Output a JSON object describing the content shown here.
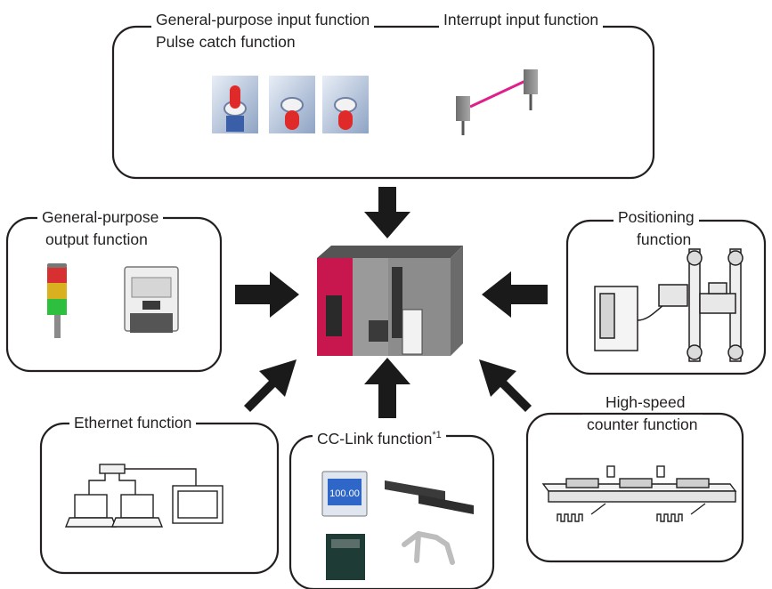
{
  "top_box": {
    "label_general_input": "General-purpose input function",
    "label_pulse_catch": "Pulse catch function",
    "label_interrupt": "Interrupt input function"
  },
  "output_box": {
    "line1": "General-purpose",
    "line2": "output function"
  },
  "positioning_box": {
    "line1": "Positioning",
    "line2": "function"
  },
  "ethernet_box": {
    "label": "Ethernet function"
  },
  "cclink_box": {
    "label": "CC-Link function",
    "footnote_mark": "*1"
  },
  "highspeed_box": {
    "line1": "High-speed",
    "line2": "counter function"
  },
  "counter_display": {
    "value": "100.00"
  },
  "colors": {
    "plc_magenta": "#c8174f",
    "plc_gray": "#8c8c8c",
    "arrow": "#1a1a1a",
    "stack_red": "#d83030",
    "stack_amber": "#d8b020",
    "stack_green": "#2fbf3f",
    "sensor_beam": "#e0208a"
  },
  "icons": {
    "toggle_switch": "toggle-switch-icon",
    "photoelectric_sensor": "photoelectric-sensor-icon",
    "signal_tower": "signal-tower-icon",
    "contactor": "contactor-icon",
    "plc_unit": "plc-cpu-icon",
    "servo_system": "servo-positioning-icon",
    "network_devices": "network-laptops-icon",
    "cclink_devices": "cclink-devices-icon",
    "conveyor": "conveyor-icon"
  }
}
